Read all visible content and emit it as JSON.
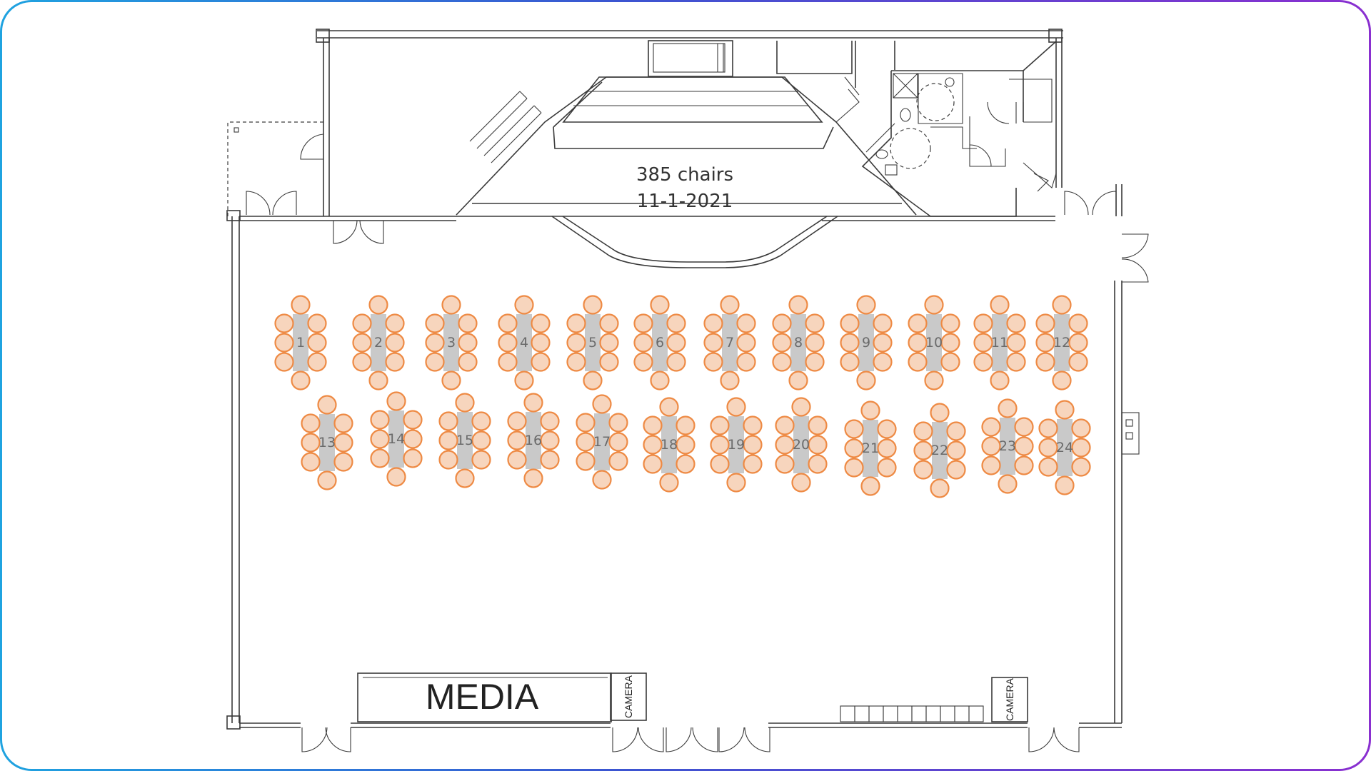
{
  "plan": {
    "chair_count_label": "385 chairs",
    "date_label": "11-1-2021",
    "media_label": "MEDIA",
    "camera_label": "CAMERA",
    "colors": {
      "chair_stroke": "#ee8a44",
      "chair_fill": "#f7d5bd",
      "table_fill": "#c9c9c9",
      "wall": "#3a3a3a"
    }
  },
  "tables": [
    {
      "number": "1"
    },
    {
      "number": "2"
    },
    {
      "number": "3"
    },
    {
      "number": "4"
    },
    {
      "number": "5"
    },
    {
      "number": "6"
    },
    {
      "number": "7"
    },
    {
      "number": "8"
    },
    {
      "number": "9"
    },
    {
      "number": "10"
    },
    {
      "number": "11"
    },
    {
      "number": "12"
    },
    {
      "number": "13"
    },
    {
      "number": "14"
    },
    {
      "number": "15"
    },
    {
      "number": "16"
    },
    {
      "number": "17"
    },
    {
      "number": "18"
    },
    {
      "number": "19"
    },
    {
      "number": "20"
    },
    {
      "number": "21"
    },
    {
      "number": "22"
    },
    {
      "number": "23"
    },
    {
      "number": "24"
    }
  ],
  "chairs_per_table": 8
}
